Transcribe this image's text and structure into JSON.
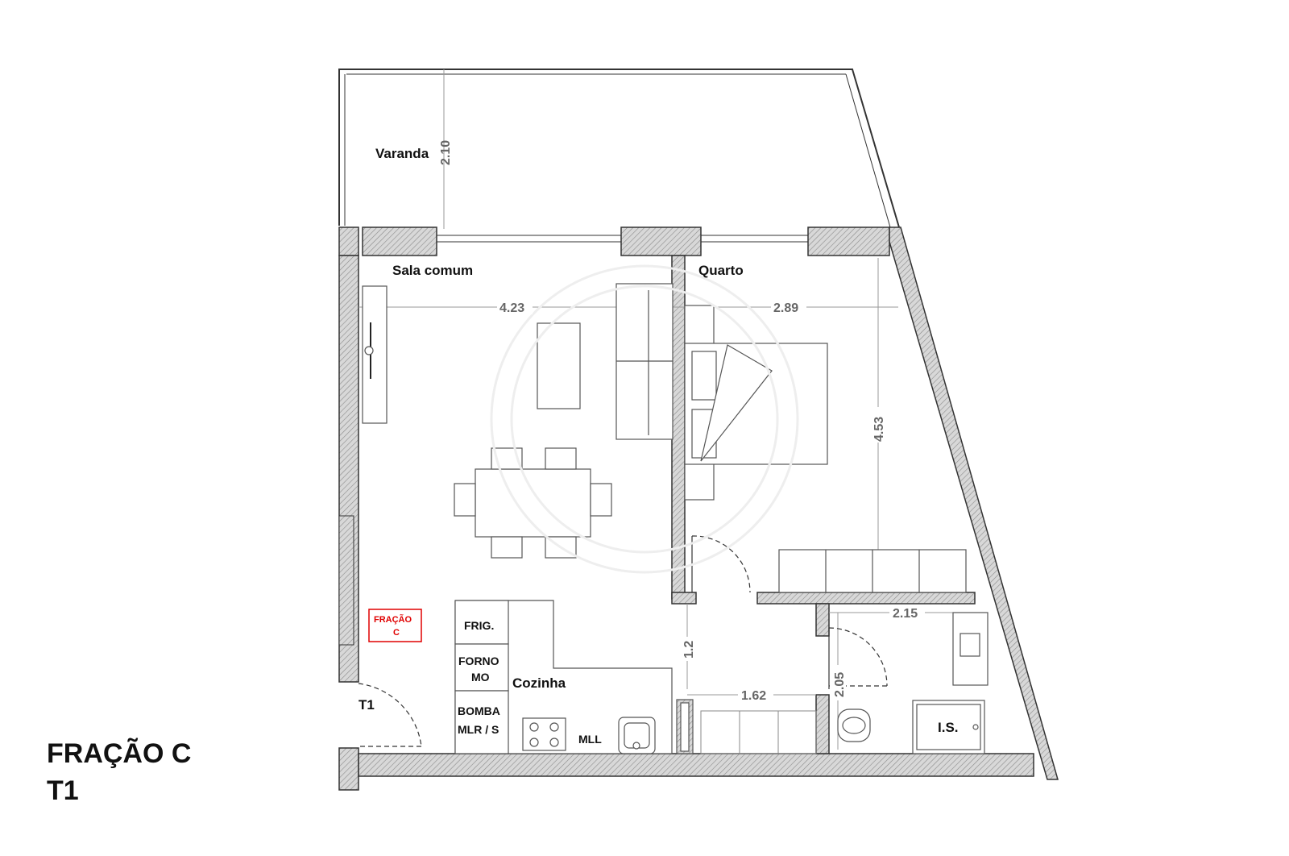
{
  "plan": {
    "rooms": {
      "varanda": "Varanda",
      "sala": "Sala comum",
      "quarto": "Quarto",
      "cozinha": "Cozinha",
      "is": "I.S.",
      "entrance": "T1"
    },
    "dimensions": {
      "varanda_depth": "2.10",
      "sala_width": "4.23",
      "quarto_width": "2.89",
      "quarto_depth": "4.53",
      "hall_depth": "1.2",
      "hall_width": "1.62",
      "is_width": "2.15",
      "is_depth": "2.05"
    },
    "appliances": {
      "frig": "FRIG.",
      "forno": "FORNO",
      "mo": "MO",
      "bomba": "BOMBA",
      "mlr": "MLR / S",
      "mll": "MLL"
    },
    "stamp": {
      "line1": "FRAÇÃO",
      "line2": "C",
      "color": "#e00000"
    }
  },
  "caption": {
    "line1": "FRAÇÃO C",
    "line2": "T1"
  }
}
